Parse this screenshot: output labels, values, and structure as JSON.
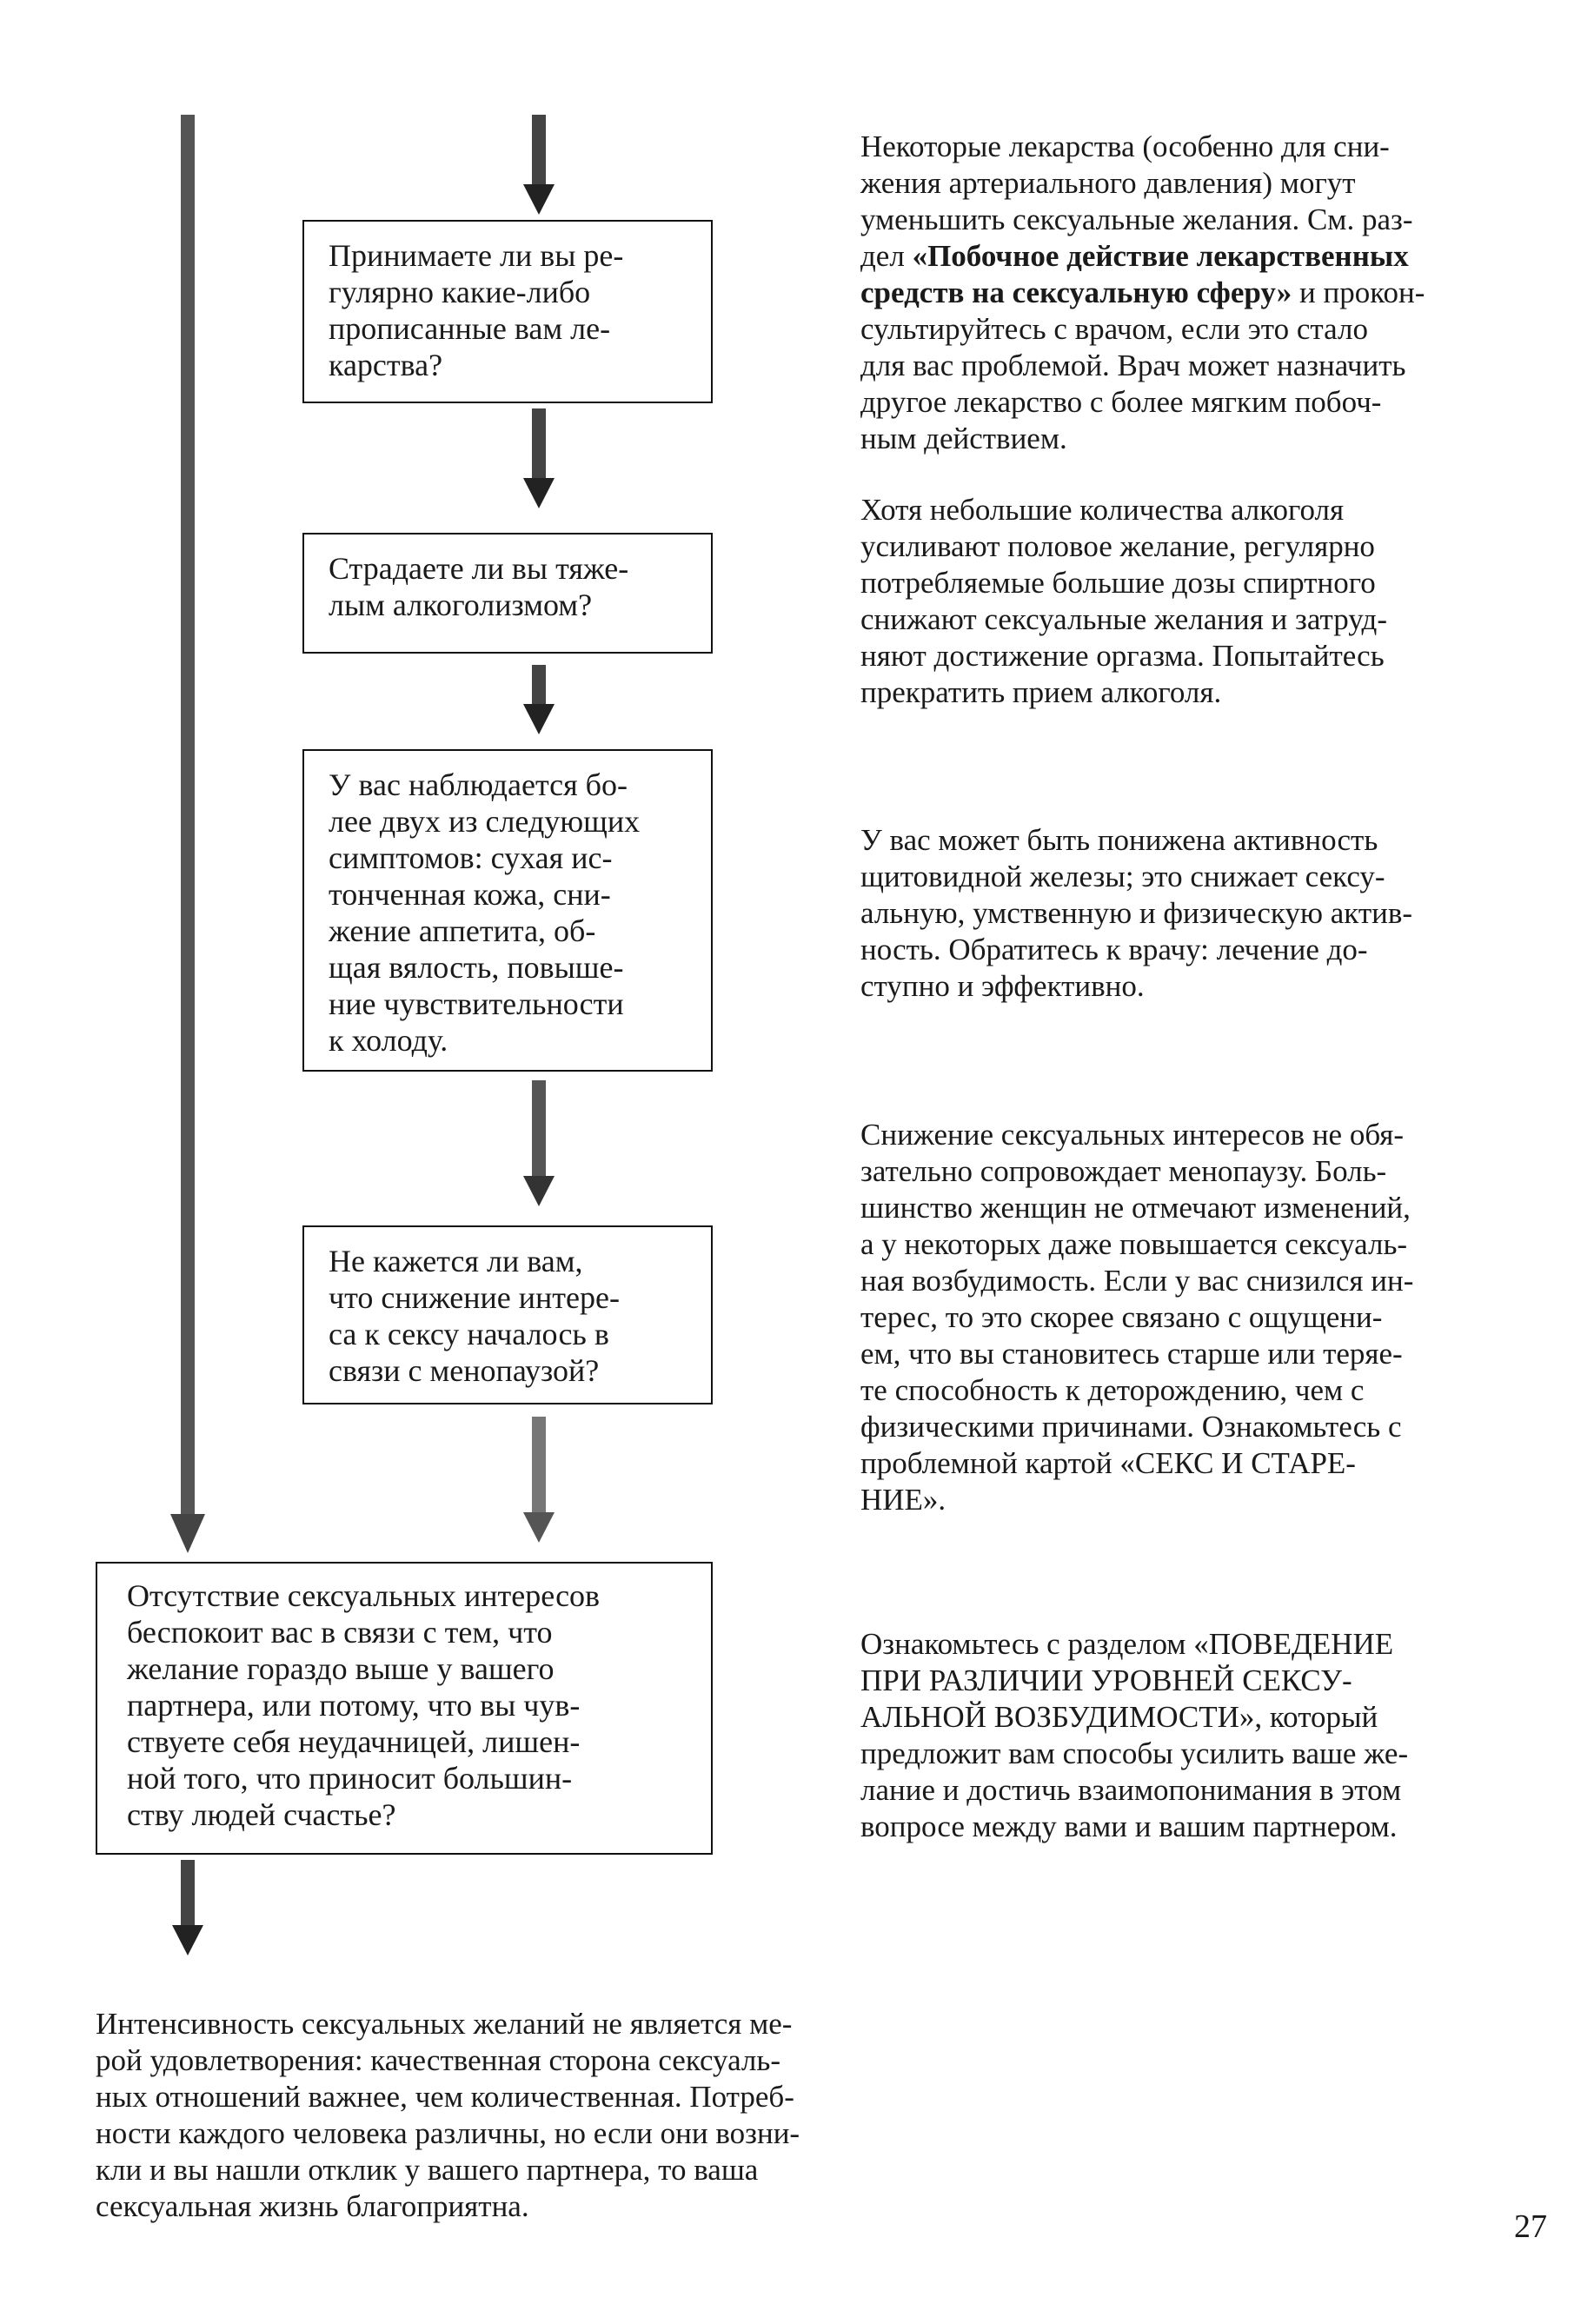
{
  "questions": [
    {
      "text": "Принимаете ли вы ре-\nгулярно какие-либо\nпрописанные вам ле-\nкарства?"
    },
    {
      "text": "Страдаете ли вы тяже-\nлым алкоголизмом?"
    },
    {
      "text": "У вас наблюдается бо-\nлее двух из следующих\nсимптомов: сухая ис-\nтонченная кожа, сни-\nжение аппетита, об-\nщая вялость, повыше-\nние чувствительности\nк холоду."
    },
    {
      "text": "Не кажется ли вам,\nчто снижение интере-\nса к сексу началось в\nсвязи с менопаузой?"
    },
    {
      "text": "Отсутствие сексуальных интересов\nбеспокоит вас в связи с тем, что\nжелание гораздо выше у вашего\nпартнера, или потому, что вы чув-\nствуете себя неудачницей, лишен-\nной того, что приносит большин-\nству людей счастье?"
    }
  ],
  "notes": [
    {
      "before": "Некоторые лекарства (особенно для сни-\nжения артериального давления) могут\nуменьшить сексуальные желания. См. раз-\nдел ",
      "bold": "«Побочное действие лекарственных\nсредств на сексуальную сферу»",
      "after": " и прокон-\nсультируйтесь с врачом, если это стало\nдля вас проблемой. Врач может назначить\nдругое лекарство с более мягким побоч-\nным действием."
    },
    {
      "text": "Хотя небольшие количества алкоголя\nусиливают половое желание, регулярно\nпотребляемые большие дозы спиртного\nснижают сексуальные желания и затруд-\nняют достижение оргазма. Попытайтесь\nпрекратить прием алкоголя."
    },
    {
      "text": "У вас может быть понижена активность\nщитовидной железы; это снижает сексу-\nальную, умственную и физическую актив-\nность. Обратитесь к врачу: лечение до-\nступно и эффективно."
    },
    {
      "text": "Снижение сексуальных интересов не обя-\nзательно сопровождает менопаузу. Боль-\nшинство женщин не отмечают изменений,\nа у некоторых даже повышается сексуаль-\nная возбудимость. Если у вас снизился ин-\nтерес, то это скорее связано с ощущени-\nем, что вы становитесь старше или теряе-\nте способность к деторождению, чем с\nфизическими причинами. Ознакомьтесь с\nпроблемной картой «СЕКС И СТАРЕ-\nНИЕ»."
    },
    {
      "text": "Ознакомьтесь с разделом «ПОВЕДЕНИЕ\nПРИ РАЗЛИЧИИ УРОВНЕЙ СЕКСУ-\nАЛЬНОЙ ВОЗБУДИМОСТИ», который\nпредложит вам способы усилить ваше же-\nлание и достичь взаимопонимания в этом\nвопросе между вами и вашим партнером."
    }
  ],
  "conclusion": {
    "text": "Интенсивность сексуальных желаний не является ме-\nрой удовлетворения: качественная сторона сексуаль-\nных отношений важнее, чем количественная. Потреб-\nности каждого человека различны, но если они возни-\nкли и вы нашли отклик у вашего партнера, то ваша\nсексуальная жизнь благоприятна."
  },
  "page_number": "27"
}
